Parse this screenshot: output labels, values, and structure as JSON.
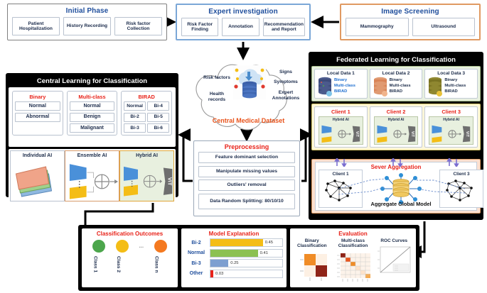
{
  "initial_phase": {
    "title": "Initial Phase",
    "items": [
      "Patient Hospitalization",
      "History Recording",
      "Risk factor Collection"
    ]
  },
  "expert_investigation": {
    "title": "Expert investigation",
    "items": [
      "Risk Factor Finding",
      "Annotation",
      "Recommendation and Report"
    ]
  },
  "image_screening": {
    "title": "Image Screening",
    "items": [
      "Mammography",
      "Ultrasound"
    ]
  },
  "central_learning": {
    "title": "Central Learning for Classification",
    "groups": [
      {
        "name": "Binary",
        "items": [
          "Normal",
          "Abnormal"
        ]
      },
      {
        "name": "Multi-class",
        "items": [
          "Normal",
          "Benign",
          "Malignant"
        ]
      },
      {
        "name": "BIRAD",
        "items": [
          "Normal",
          "Bi-4",
          "Bi-2",
          "Bi-5",
          "Bi-3",
          "Bi-6"
        ]
      }
    ],
    "models": [
      {
        "name": "Individual AI"
      },
      {
        "name": "Ensemble AI"
      },
      {
        "name": "Hybrid AI",
        "output": "ViT"
      }
    ]
  },
  "cloud": {
    "title": "Central Medical Dataset",
    "left_labels": [
      "Risk factors",
      "Health records"
    ],
    "right_labels": [
      "Signs",
      "Symptoms",
      "Expert Annotations"
    ],
    "icon": "cloud-database-icon"
  },
  "preprocessing": {
    "title": "Preprocessing",
    "steps": [
      "Feature dominant selection",
      "Manipulate missing values",
      "Outliers' removal",
      "Data Random Splitting: 80/10/10"
    ]
  },
  "federated": {
    "title": "Federated Learning for Classification",
    "local_data": [
      {
        "name": "Local Data 1",
        "tasks": [
          "Binary",
          "Multi-class",
          "BIRAD"
        ],
        "color": "#3c4a7a"
      },
      {
        "name": "Local Data 2",
        "tasks": [
          "Binary",
          "Multi-class",
          "BIRAD"
        ],
        "color": "#d98458"
      },
      {
        "name": "Local Data 3",
        "tasks": [
          "Binary",
          "Multi-class",
          "BIRAD"
        ],
        "color": "#7a7322"
      }
    ],
    "clients": [
      {
        "name": "Client 1",
        "model": "Hybrid AI",
        "output": "ViT"
      },
      {
        "name": "Client 2",
        "model": "Hybrid AI",
        "output": "ViT"
      },
      {
        "name": "Client 3",
        "model": "Hybrid AI",
        "output": "ViT"
      }
    ],
    "aggregation": {
      "title": "Sever Aggregation",
      "subtitle": "Aggregate Global Model",
      "left_node": "Client 1",
      "right_node": "Client 3"
    }
  },
  "outcomes": {
    "title": "Classification Outcomes",
    "ellipsis": "...",
    "classes": [
      {
        "label": "Class 1",
        "color": "#4ca64c"
      },
      {
        "label": "Class 2",
        "color": "#f4bd16"
      },
      {
        "label": "Class n",
        "color": "#f47920"
      }
    ]
  },
  "explanation": {
    "title": "Model Explanation"
  },
  "chart_data": {
    "type": "bar",
    "title": "Model Explanation",
    "orientation": "horizontal",
    "categories": [
      "Bi-2",
      "Normal",
      "Bi-3",
      "Other"
    ],
    "values": [
      0.45,
      0.41,
      0.25,
      0.03
    ],
    "value_labels": [
      "0.45",
      "0.41",
      "0.25",
      "0.03"
    ],
    "colors": [
      "#f4bd16",
      "#8cc152",
      "#7d9fd0",
      "#e8231a"
    ],
    "xlim": [
      0,
      0.62
    ],
    "xlabel": "",
    "ylabel": "",
    "grid": false,
    "legend": "none"
  },
  "evaluation": {
    "title": "Evaluation",
    "panels": [
      "Binary Classification",
      "Multi-class Classification",
      "ROC Curves"
    ]
  }
}
